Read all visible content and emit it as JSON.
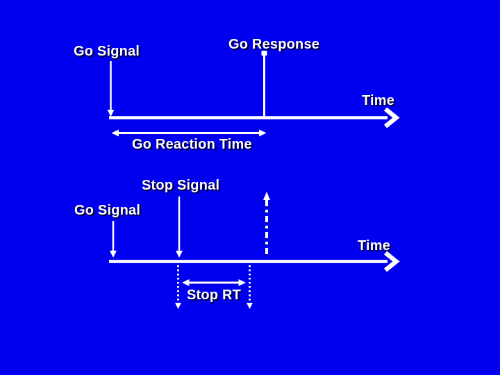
{
  "slide": {
    "background_color": "#0000EE",
    "line_color": "#FFFFFF",
    "text_color": "#FFFFFF",
    "shadow_color": "#000019"
  },
  "go_trial": {
    "go_signal_label": "Go Signal",
    "go_response_label": "Go Response",
    "time_label": "Time",
    "reaction_time_label": "Go Reaction Time"
  },
  "stop_trial": {
    "stop_signal_label": "Stop Signal",
    "go_signal_label": "Go Signal",
    "time_label": "Time",
    "stop_rt_label": "Stop RT"
  }
}
